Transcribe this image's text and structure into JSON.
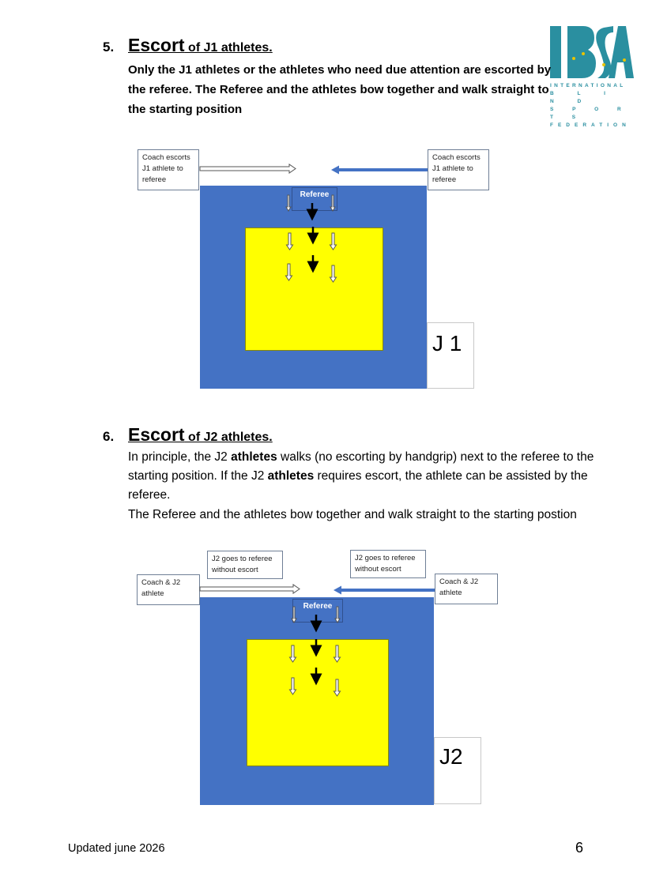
{
  "logo": {
    "text": "IBSA",
    "line1": "INTERNATIONAL",
    "line2": "B L I N D",
    "line3": "S P O R T S",
    "line4": "FEDERATION"
  },
  "section5": {
    "number": "5.",
    "heading_big": "Escort",
    "heading_rest": " of J1 athletes.",
    "body": "Only the J1 athletes or the athletes who need due attention are escorted by the referee. The Referee and the athletes bow together and walk straight to the starting position"
  },
  "diagram1": {
    "left_box": "Coach escorts J1 athlete to referee",
    "right_box": "Coach escorts J1 athlete to referee",
    "referee": "Referee",
    "label": "J 1"
  },
  "section6": {
    "number": "6.",
    "heading_big": "Escort",
    "heading_rest": " of J2 athletes.",
    "p1_a": "In principle, the J2 ",
    "p1_b": "athletes",
    "p1_c": " walks (no escorting by handgrip) next to the referee to the starting position. If the J2 ",
    "p1_d": "athletes",
    "p1_e": " requires escort, the athlete can be assisted by the referee.",
    "p2": "The Referee and the athletes bow together and walk straight to the starting postion"
  },
  "diagram2": {
    "top_left_box": "J2 goes to referee without escort",
    "top_right_box": "J2 goes to referee without escort",
    "left_box": "Coach & J2 athlete",
    "right_box": "Coach & J2 athlete",
    "referee": "Referee",
    "label": "J2"
  },
  "footer": {
    "updated": "Updated june 2026",
    "page": "6"
  },
  "colors": {
    "mat_outer": "#4472c4",
    "mat_inner": "#ffff00",
    "logo": "#2a8fa0"
  }
}
